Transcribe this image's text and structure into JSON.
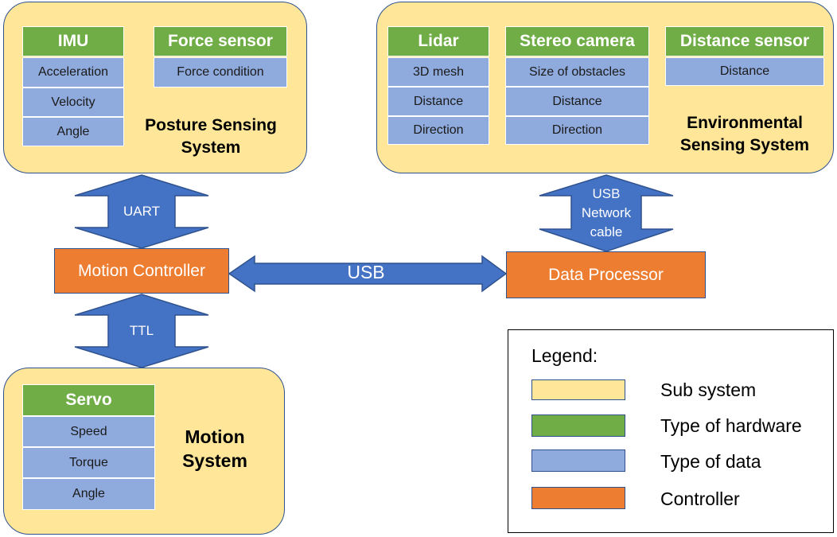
{
  "colors": {
    "subsystem": "#ffe699",
    "hardware": "#70ad47",
    "data": "#8faadc",
    "controller": "#ed7d31",
    "arrow": "#4472c4",
    "outline": "#2f528f"
  },
  "posture": {
    "title_line1": "Posture Sensing",
    "title_line2": "System",
    "imu": {
      "name": "IMU",
      "items": [
        "Acceleration",
        "Velocity",
        "Angle"
      ]
    },
    "force": {
      "name": "Force sensor",
      "items": [
        "Force condition"
      ]
    }
  },
  "environment": {
    "title_line1": "Environmental",
    "title_line2": "Sensing System",
    "lidar": {
      "name": "Lidar",
      "items": [
        "3D mesh",
        "Distance",
        "Direction"
      ]
    },
    "camera": {
      "name": "Stereo camera",
      "items": [
        "Size of obstacles",
        "Distance",
        "Direction"
      ]
    },
    "distance": {
      "name": "Distance sensor",
      "items": [
        "Distance"
      ]
    }
  },
  "motion": {
    "title_line1": "Motion",
    "title_line2": "System",
    "servo": {
      "name": "Servo",
      "items": [
        "Speed",
        "Torque",
        "Angle"
      ]
    }
  },
  "controllers": {
    "motion_controller": "Motion Controller",
    "data_processor": "Data Processor"
  },
  "links": {
    "uart": "UART",
    "ttl": "TTL",
    "usb": "USB",
    "usb_network_line1": "USB",
    "usb_network_line2": "Network",
    "usb_network_line3": "cable"
  },
  "legend": {
    "title": "Legend:",
    "items": [
      "Sub system",
      "Type of hardware",
      "Type of data",
      "Controller"
    ]
  }
}
